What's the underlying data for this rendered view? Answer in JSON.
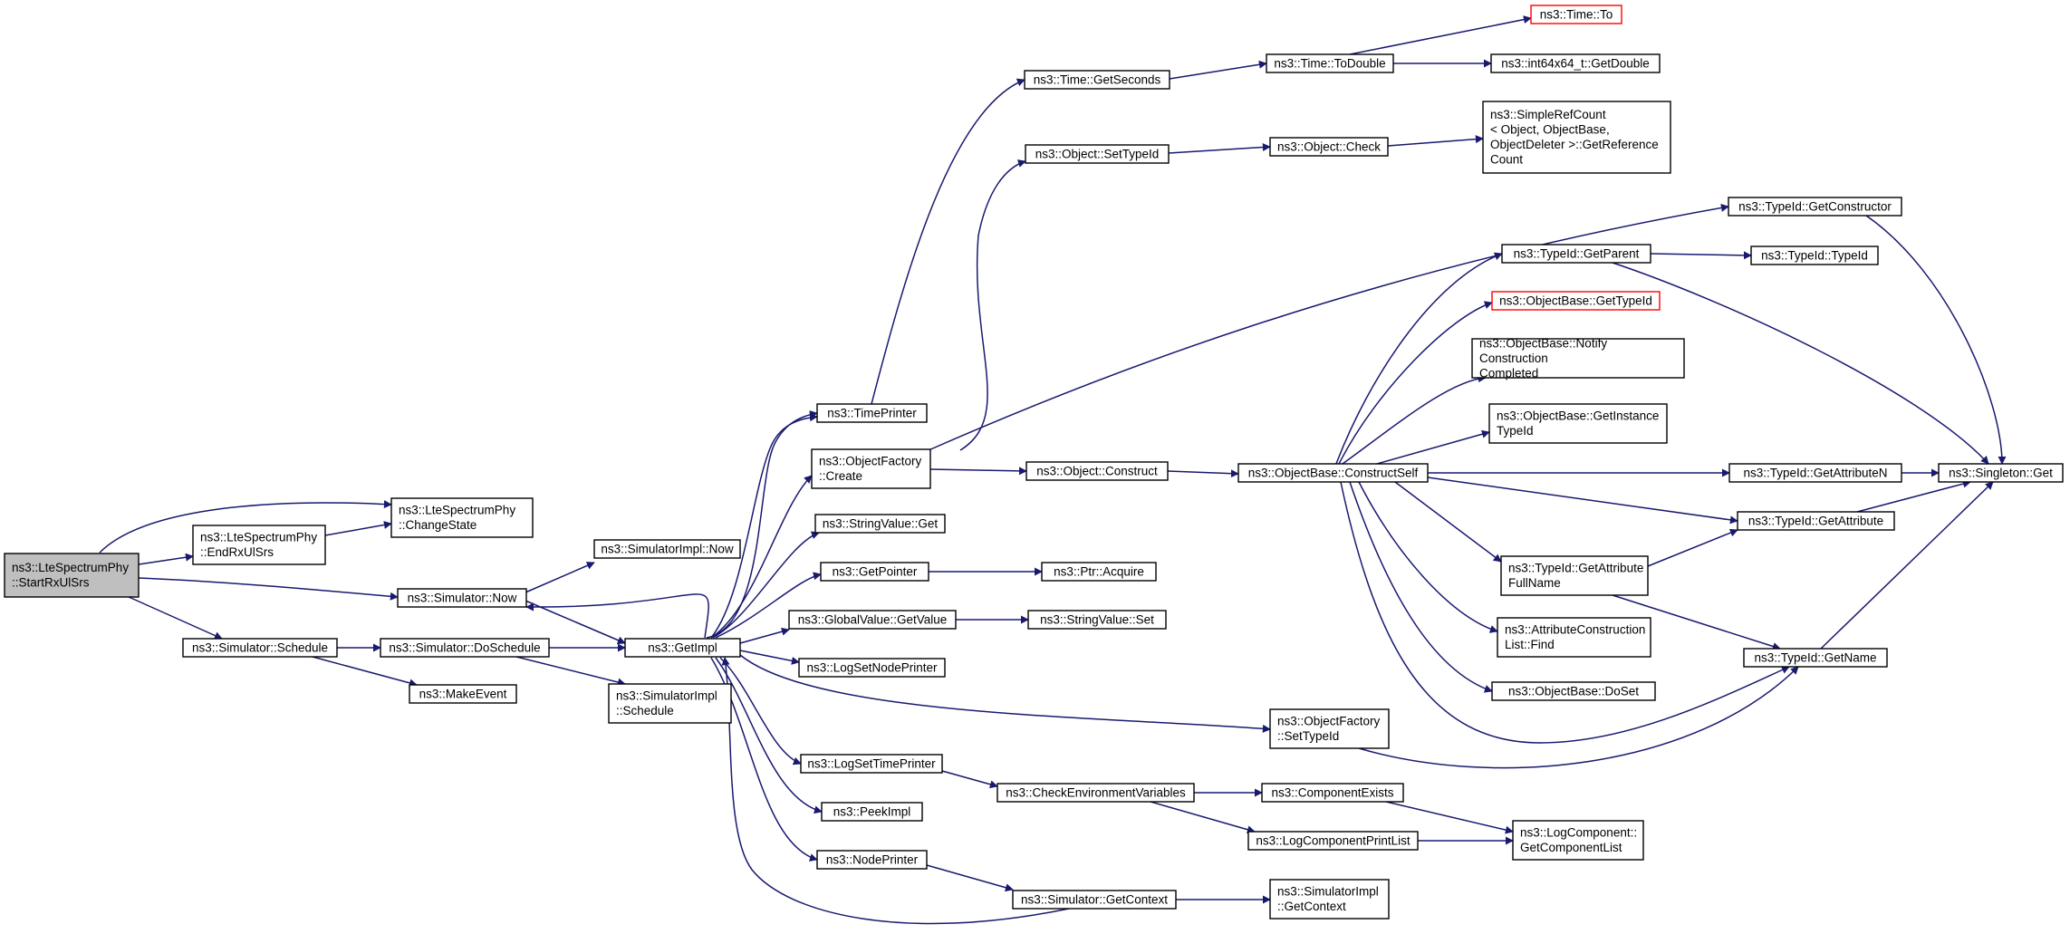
{
  "graph": {
    "colors": {
      "edge": "#191970",
      "node_border": "#000000",
      "root_fill": "#bfbfbf",
      "missing_border": "#ff0000"
    },
    "nodes": [
      {
        "id": "root",
        "lines": [
          "ns3::LteSpectrumPhy",
          "::StartRxUlSrs"
        ],
        "root": true
      },
      {
        "id": "changestate",
        "lines": [
          "ns3::LteSpectrumPhy",
          "::ChangeState"
        ]
      },
      {
        "id": "endrx",
        "lines": [
          "ns3::LteSpectrumPhy",
          "::EndRxUlSrs"
        ]
      },
      {
        "id": "simnow",
        "lines": [
          "ns3::Simulator::Now"
        ]
      },
      {
        "id": "simimplnow",
        "lines": [
          "ns3::SimulatorImpl::Now"
        ]
      },
      {
        "id": "schedule",
        "lines": [
          "ns3::Simulator::Schedule"
        ]
      },
      {
        "id": "doschedule",
        "lines": [
          "ns3::Simulator::DoSchedule"
        ]
      },
      {
        "id": "makeevent",
        "lines": [
          "ns3::MakeEvent"
        ]
      },
      {
        "id": "implsched",
        "lines": [
          "ns3::SimulatorImpl",
          "::Schedule"
        ]
      },
      {
        "id": "getimpl",
        "lines": [
          "ns3::GetImpl"
        ]
      },
      {
        "id": "timeprinter",
        "lines": [
          "ns3::TimePrinter"
        ]
      },
      {
        "id": "ofcreate",
        "lines": [
          "ns3::ObjectFactory",
          "::Create"
        ]
      },
      {
        "id": "strget",
        "lines": [
          "ns3::StringValue::Get"
        ]
      },
      {
        "id": "getpointer",
        "lines": [
          "ns3::GetPointer"
        ]
      },
      {
        "id": "gvget",
        "lines": [
          "ns3::GlobalValue::GetValue"
        ]
      },
      {
        "id": "lognode",
        "lines": [
          "ns3::LogSetNodePrinter"
        ]
      },
      {
        "id": "logtime",
        "lines": [
          "ns3::LogSetTimePrinter"
        ]
      },
      {
        "id": "peek",
        "lines": [
          "ns3::PeekImpl"
        ]
      },
      {
        "id": "nodeprinter",
        "lines": [
          "ns3::NodePrinter"
        ]
      },
      {
        "id": "getcontext",
        "lines": [
          "ns3::Simulator::GetContext"
        ]
      },
      {
        "id": "implctx",
        "lines": [
          "ns3::SimulatorImpl",
          "::GetContext"
        ]
      },
      {
        "id": "checkenv",
        "lines": [
          "ns3::CheckEnvironmentVariables"
        ]
      },
      {
        "id": "compexists",
        "lines": [
          "ns3::ComponentExists"
        ]
      },
      {
        "id": "logcompprint",
        "lines": [
          "ns3::LogComponentPrintList"
        ]
      },
      {
        "id": "getcomplist",
        "lines": [
          "ns3::LogComponent::",
          "GetComponentList"
        ]
      },
      {
        "id": "ptracq",
        "lines": [
          "ns3::Ptr::Acquire"
        ]
      },
      {
        "id": "strset",
        "lines": [
          "ns3::StringValue::Set"
        ]
      },
      {
        "id": "ofsettid",
        "lines": [
          "ns3::ObjectFactory",
          "::SetTypeId"
        ]
      },
      {
        "id": "objconstruct",
        "lines": [
          "ns3::Object::Construct"
        ]
      },
      {
        "id": "constructself",
        "lines": [
          "ns3::ObjectBase::ConstructSelf"
        ]
      },
      {
        "id": "objsettid",
        "lines": [
          "ns3::Object::SetTypeId"
        ]
      },
      {
        "id": "getseconds",
        "lines": [
          "ns3::Time::GetSeconds"
        ]
      },
      {
        "id": "todouble",
        "lines": [
          "ns3::Time::ToDouble"
        ]
      },
      {
        "id": "timeto",
        "lines": [
          "ns3::Time::To"
        ],
        "missing": true
      },
      {
        "id": "i64",
        "lines": [
          "ns3::int64x64_t::GetDouble"
        ]
      },
      {
        "id": "objcheck",
        "lines": [
          "ns3::Object::Check"
        ]
      },
      {
        "id": "refcount",
        "lines": [
          "ns3::SimpleRefCount",
          "< Object, ObjectBase,",
          "ObjectDeleter >::GetReference",
          "Count"
        ]
      },
      {
        "id": "getconstructor",
        "lines": [
          "ns3::TypeId::GetConstructor"
        ]
      },
      {
        "id": "getparent",
        "lines": [
          "ns3::TypeId::GetParent"
        ]
      },
      {
        "id": "typeid",
        "lines": [
          "ns3::TypeId::TypeId"
        ]
      },
      {
        "id": "obgettid",
        "lines": [
          "ns3::ObjectBase::GetTypeId"
        ],
        "missing": true
      },
      {
        "id": "notify",
        "lines": [
          "ns3::ObjectBase::Notify",
          "Construction",
          "Completed"
        ]
      },
      {
        "id": "getinst",
        "lines": [
          "ns3::ObjectBase::GetInstance",
          "TypeId"
        ]
      },
      {
        "id": "getattrn",
        "lines": [
          "ns3::TypeId::GetAttributeN"
        ]
      },
      {
        "id": "getattr",
        "lines": [
          "ns3::TypeId::GetAttribute"
        ]
      },
      {
        "id": "getattrfull",
        "lines": [
          "ns3::TypeId::GetAttribute",
          "FullName"
        ]
      },
      {
        "id": "attrfind",
        "lines": [
          "ns3::AttributeConstruction",
          "List::Find"
        ]
      },
      {
        "id": "doset",
        "lines": [
          "ns3::ObjectBase::DoSet"
        ]
      },
      {
        "id": "getname",
        "lines": [
          "ns3::TypeId::GetName"
        ]
      },
      {
        "id": "singleton",
        "lines": [
          "ns3::Singleton::Get"
        ]
      }
    ]
  }
}
